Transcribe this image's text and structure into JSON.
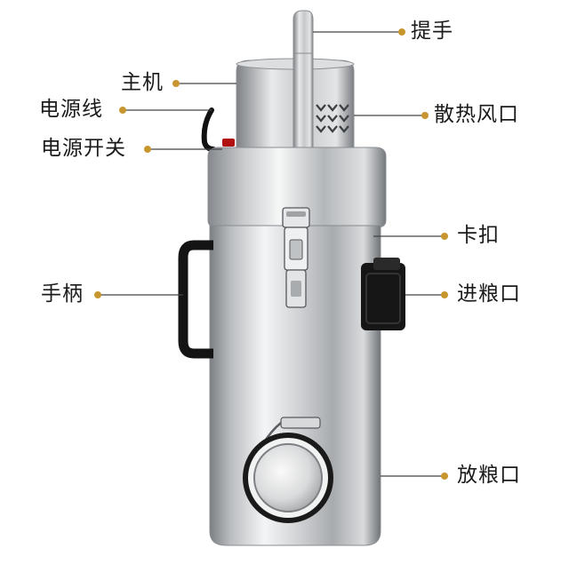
{
  "colors": {
    "leader_line": "#444444",
    "dot": "#c8962e",
    "steel_light": "#f2f3f4",
    "steel_mid": "#b9bcbf",
    "steel_dark": "#6e7276",
    "handle_black": "#151515",
    "cable_red": "#b01010"
  },
  "labels": {
    "handle_top": "提手",
    "main_unit": "主机",
    "power_cord": "电源线",
    "vent": "散热风口",
    "power_switch": "电源开关",
    "latch": "卡扣",
    "side_handle": "手柄",
    "inlet": "进粮口",
    "outlet": "放粮口"
  }
}
